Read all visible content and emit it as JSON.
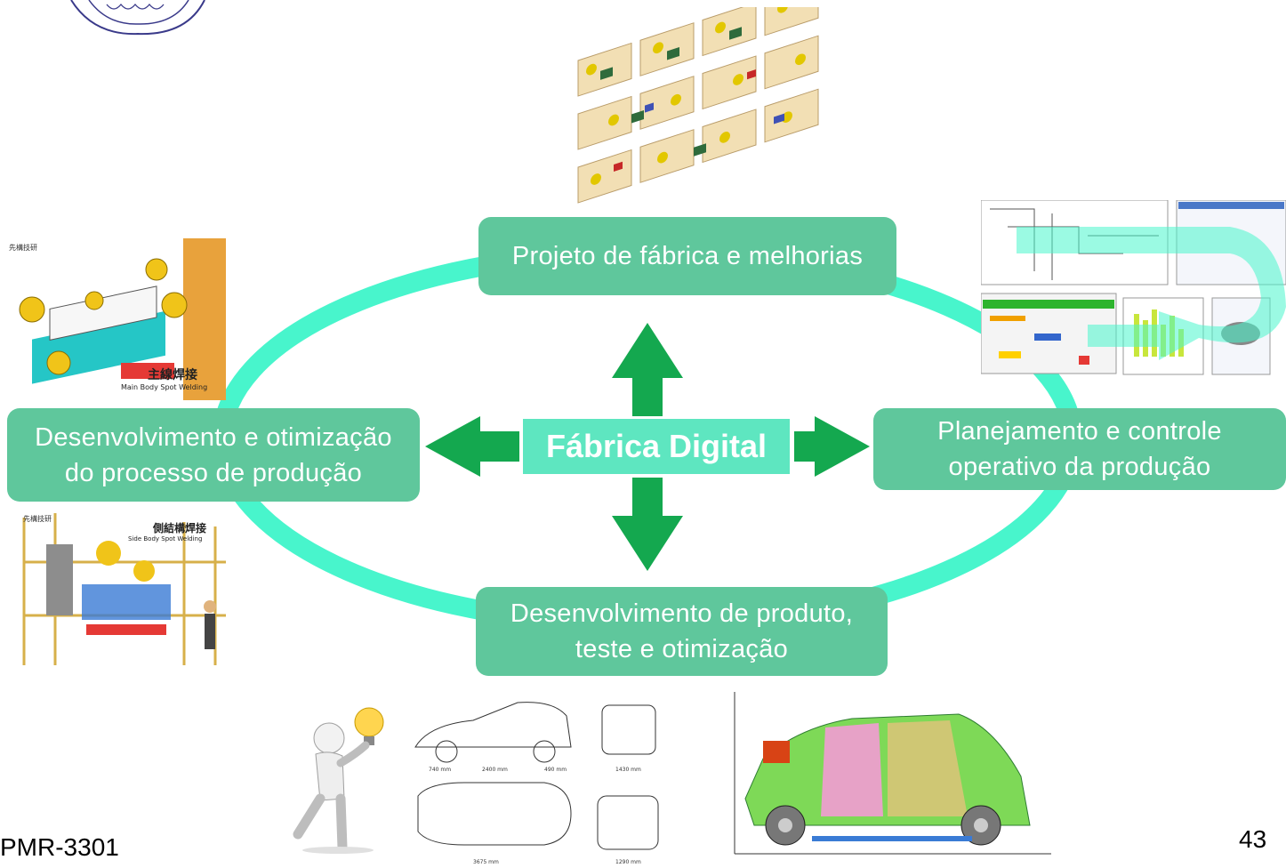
{
  "diagram": {
    "center_label": "Fábrica Digital",
    "nodes": {
      "top": "Projeto de fábrica e melhorias",
      "left": "Desenvolvimento e otimização\ndo processo de produção",
      "right": "Planejamento e controle\noperativo da produção",
      "bottom": "Desenvolvimento de produto,\nteste e otimização"
    },
    "colors": {
      "ring": "#48f5cc",
      "box": "#5fc79c",
      "arrow": "#14a84f",
      "center": "#5ee6c0"
    }
  },
  "images": {
    "weld_top_caption_cn": "主線焊接",
    "weld_top_caption_en": "Main Body Spot Welding",
    "weld_top_brand": "先構技研",
    "weld_bottom_caption_cn": "側結構焊接",
    "weld_bottom_caption_en": "Side Body Spot Welding",
    "weld_bottom_brand": "先構技研",
    "drawing_dims": [
      "740 mm",
      "2400 mm",
      "490 mm",
      "1430 mm",
      "3675 mm",
      "1290 mm"
    ]
  },
  "footer": {
    "course_code": "PMR-3301",
    "page_number": "43"
  }
}
